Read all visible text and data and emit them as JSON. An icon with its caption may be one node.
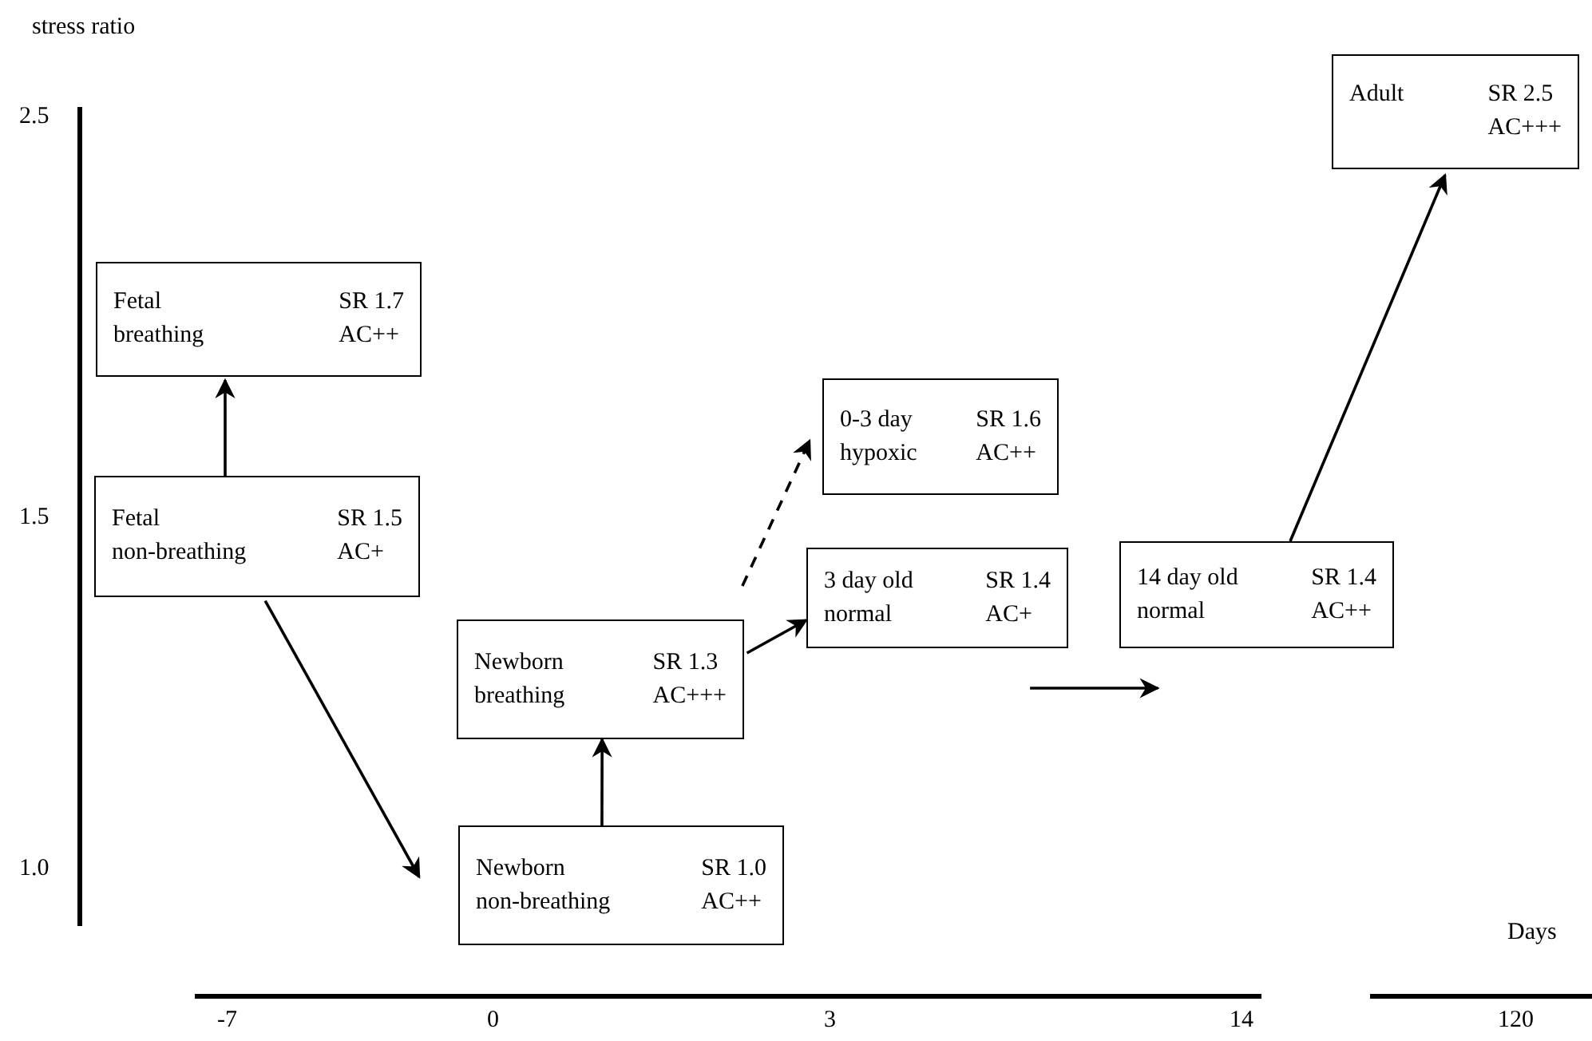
{
  "diagram": {
    "nodes": [
      {
        "text": [
          "Fetal",
          "SR 1.7",
          "breathing",
          "AC++"
        ]
      },
      {
        "text": [
          "Fetal",
          "SR 1.5",
          "non-breathing",
          "AC+"
        ]
      },
      {
        "text": [
          "Newborn",
          "SR 1.3",
          "breathing",
          "AC+++"
        ]
      },
      {
        "text": [
          "Newborn",
          "SR 1.0",
          "non-breathing",
          "AC++"
        ]
      },
      {
        "text": [
          "0-3 day",
          "SR 1.6",
          "hypoxic",
          "AC++"
        ]
      },
      {
        "text": [
          "3 day old",
          "SR 1.4",
          "normal",
          "AC+"
        ]
      },
      {
        "text": [
          "14 day old",
          "SR 1.4",
          "normal",
          "AC++"
        ]
      },
      {
        "text": [
          "Adult",
          "SR 2.5",
          "AC+++"
        ]
      }
    ],
    "edges": [
      {
        "from": 1,
        "to": 0,
        "arrow": "to"
      },
      {
        "from": 1,
        "to": 3,
        "arrow": "to"
      },
      {
        "from": 3,
        "to": 2,
        "arrow": "to"
      },
      {
        "from": 2,
        "to": 5,
        "arrow": "to"
      },
      {
        "from": 2,
        "to": 4,
        "arrow": "to",
        "style": "dashed"
      },
      {
        "from": 5,
        "to": 6,
        "arrow": "to"
      },
      {
        "from": 6,
        "to": 7,
        "arrow": "to"
      }
    ],
    "labels": [
      "stress ratio",
      "2.5",
      "1.5",
      "1.0",
      "Days",
      "-7",
      "0",
      "3",
      "14",
      "120"
    ]
  }
}
